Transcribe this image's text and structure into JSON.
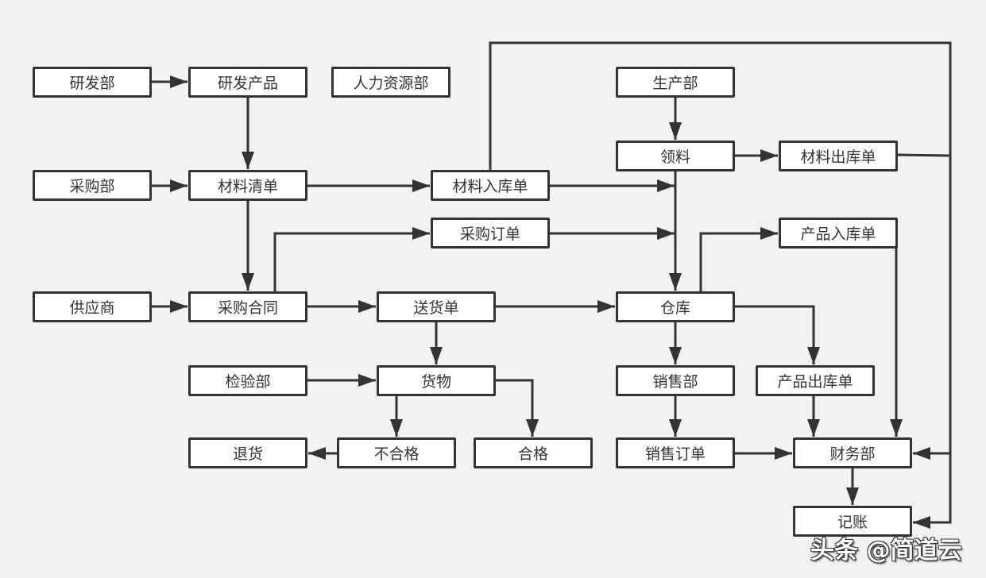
{
  "nodes": {
    "rd_dept": "研发部",
    "rd_product": "研发产品",
    "hr_dept": "人力资源部",
    "production_dept": "生产部",
    "material_pick": "领料",
    "material_out_slip": "材料出库单",
    "purchase_dept": "采购部",
    "material_list": "材料清单",
    "material_in_slip": "材料入库单",
    "purchase_order": "采购订单",
    "product_in_slip": "产品入库单",
    "supplier": "供应商",
    "purchase_contract": "采购合同",
    "delivery_note": "送货单",
    "warehouse": "仓库",
    "inspection_dept": "检验部",
    "goods": "货物",
    "sales_dept": "销售部",
    "product_out_slip": "产品出库单",
    "return_goods": "退货",
    "unqualified": "不合格",
    "qualified": "合格",
    "sales_order": "销售订单",
    "finance_dept": "财务部",
    "bookkeeping": "记账"
  },
  "colors": {
    "background": "#f2f2f2",
    "stroke": "#333333",
    "node_fill": "#ffffff"
  },
  "watermark": "头条 @简道云"
}
